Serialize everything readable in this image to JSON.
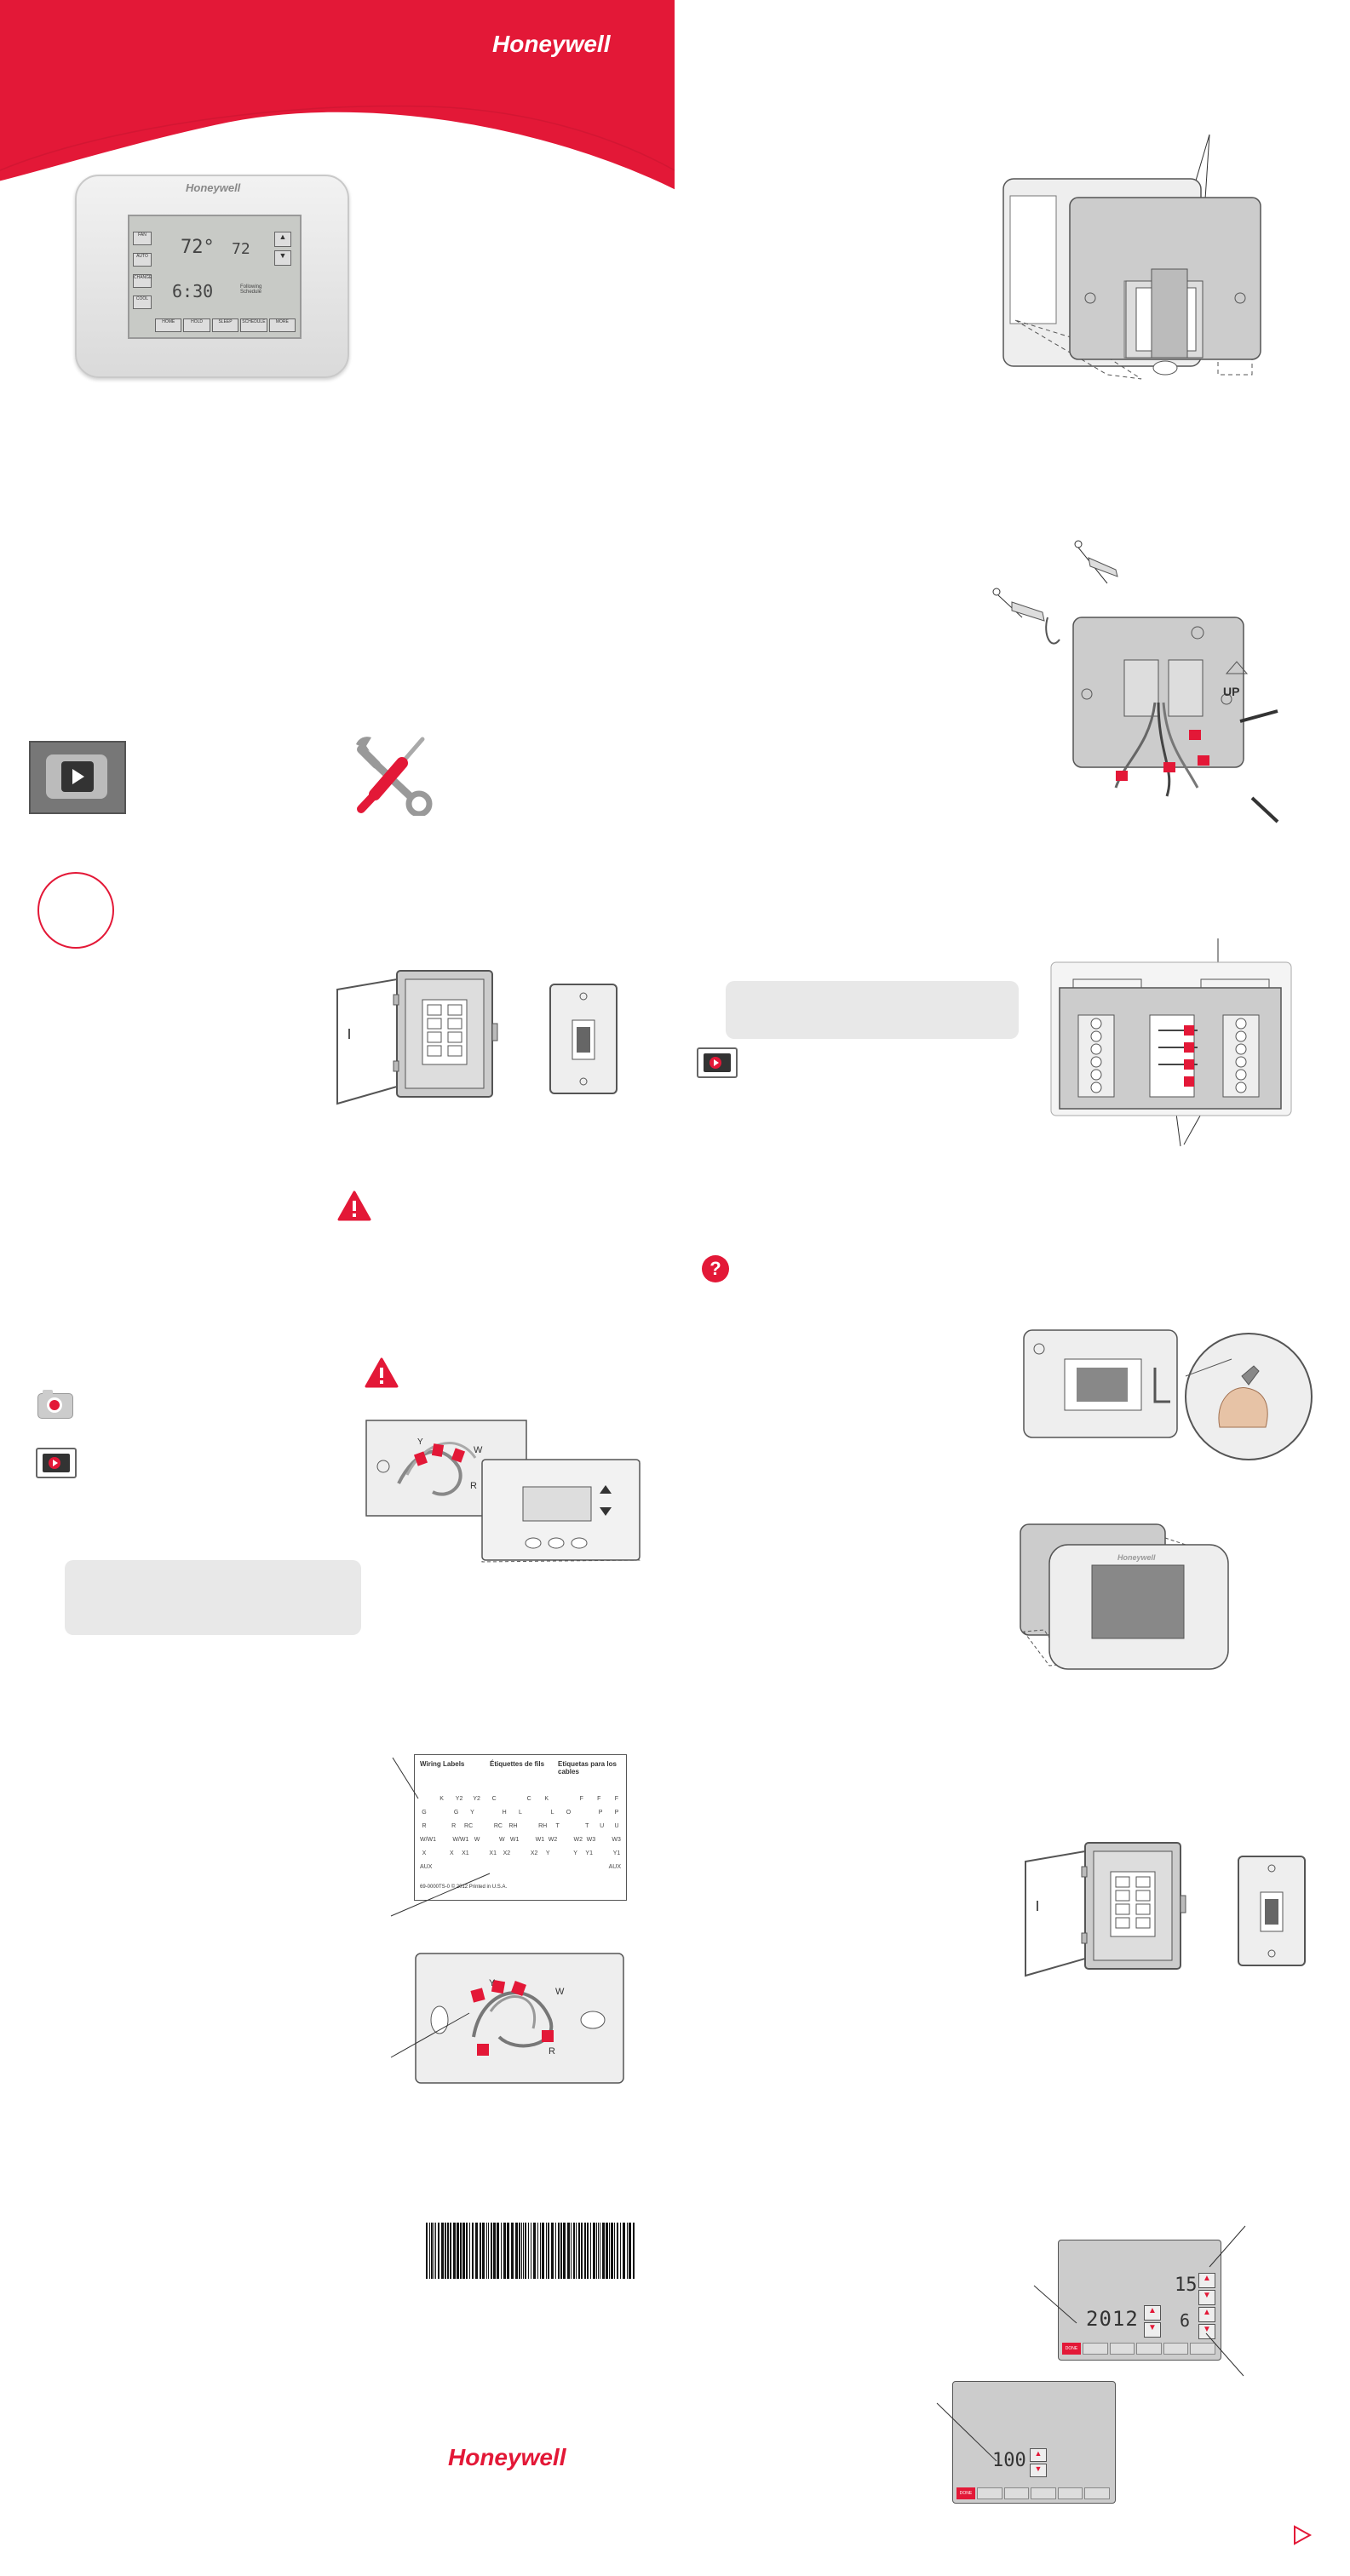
{
  "brand": {
    "name": "Honeywell",
    "color": "#e31837"
  },
  "thermostat": {
    "brand": "Honeywell",
    "indoor_temp": "72°",
    "set_temp": "72",
    "time": "6:30",
    "left_buttons": [
      "FAN",
      "AUTO",
      "CHANGE",
      "COOL"
    ],
    "bottom_buttons": [
      "HOME",
      "HOLD",
      "SLEEP",
      "SCHEDULE",
      "MORE"
    ],
    "status": "Following Schedule"
  },
  "icons": {
    "video": "play-video-icon",
    "tools": "screwdriver-wrench-icon",
    "warning": "warning-triangle-icon",
    "help": "question-icon",
    "camera": "camera-icon",
    "next": "next-page-arrow-icon"
  },
  "wall_plate": {
    "up_label": "UP"
  },
  "wire_labels": {
    "terminals_1": [
      "Y",
      "W",
      "R"
    ],
    "terminals_2": [
      "Y",
      "W",
      "R"
    ]
  },
  "label_sheet": {
    "col_titles": [
      "Wiring Labels",
      "Étiquettes de fils",
      "Etiquetas para los cables"
    ],
    "rows": [
      [
        "",
        "K",
        "Y2",
        "Y2",
        "C",
        "",
        "C",
        "K",
        "",
        "F",
        "F",
        "F"
      ],
      [
        "G",
        "",
        "G",
        "Y",
        "",
        "H",
        "L",
        "",
        "L",
        "O",
        "",
        "P",
        "P"
      ],
      [
        "R",
        "",
        "R",
        "RC",
        "",
        "RC",
        "RH",
        "",
        "RH",
        "T",
        "",
        "T",
        "U",
        "U"
      ],
      [
        "W/W1",
        "",
        "W/W1",
        "W",
        "",
        "W",
        "W1",
        "",
        "W1",
        "W2",
        "",
        "W2",
        "W3",
        "",
        "W3"
      ],
      [
        "X",
        "",
        "X",
        "X1",
        "",
        "X1",
        "X2",
        "",
        "X2",
        "Y",
        "",
        "Y",
        "Y1",
        "",
        "Y1"
      ],
      [
        "AUX",
        "",
        "AUX"
      ]
    ],
    "footer": "69-0000TS-0  © 2012  Printed in U.S.A."
  },
  "date_screen": {
    "year": "2012",
    "day": "15",
    "month": "6",
    "done_label": "DONE"
  },
  "percent_screen": {
    "value": "100",
    "done_label": "DONE"
  }
}
